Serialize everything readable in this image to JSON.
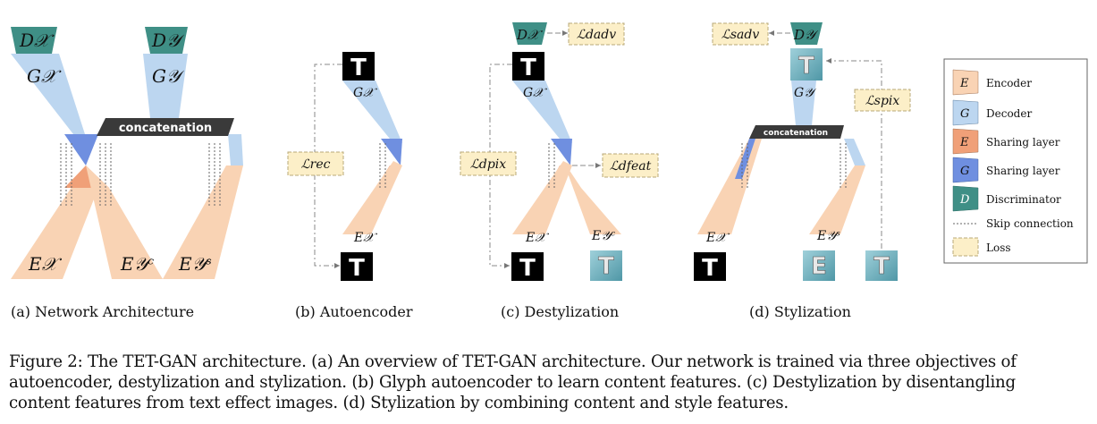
{
  "labels": {
    "D_x": "D𝒳",
    "D_y": "D𝒴",
    "G_x": "G𝒳",
    "G_y": "G𝒴",
    "E_x": "E𝒳",
    "E_y_c": "E𝒴ᶜ",
    "E_y_s": "E𝒴ˢ",
    "concatenation": "concatenation",
    "glyph_T": "T",
    "glyph_E": "E"
  },
  "losses": {
    "rec": "ℒrec",
    "dadv": "ℒdadv",
    "dpix": "ℒdpix",
    "dfeat": "ℒdfeat",
    "sadv": "ℒsadv",
    "spix": "ℒspix"
  },
  "subfigures": {
    "a": "(a) Network Architecture",
    "b": "(b) Autoencoder",
    "c": "(c) Destylization",
    "d": "(d) Stylization"
  },
  "legend": {
    "items": [
      {
        "symbol": "E",
        "label": "Encoder"
      },
      {
        "symbol": "G",
        "label": "Decoder"
      },
      {
        "symbol": "E",
        "label": "Sharing layer"
      },
      {
        "symbol": "G",
        "label": "Sharing layer"
      },
      {
        "symbol": "D",
        "label": "Discriminator"
      },
      {
        "symbol": "",
        "label": "Skip connection"
      },
      {
        "symbol": "",
        "label": "Loss"
      }
    ]
  },
  "caption": {
    "line1": "Figure 2: The TET-GAN architecture. (a) An overview of TET-GAN architecture. Our network is trained via three objectives of",
    "line2": "autoencoder, destylization and stylization. (b) Glyph autoencoder to learn content features. (c) Destylization by disentangling",
    "line3": "content features from text effect images. (d) Stylization by combining content and style features."
  },
  "colors": {
    "encoder": "#f9d3b4",
    "decoder": "#bcd6f0",
    "sharing_encoder": "#f0a078",
    "sharing_decoder": "#6f8fe0",
    "discriminator": "#3f8f86",
    "loss_fill": "#fcefc8",
    "loss_border": "#b8a878",
    "concat_bar": "#3a3a3a",
    "styled_glyph": "#7fb8c4"
  }
}
